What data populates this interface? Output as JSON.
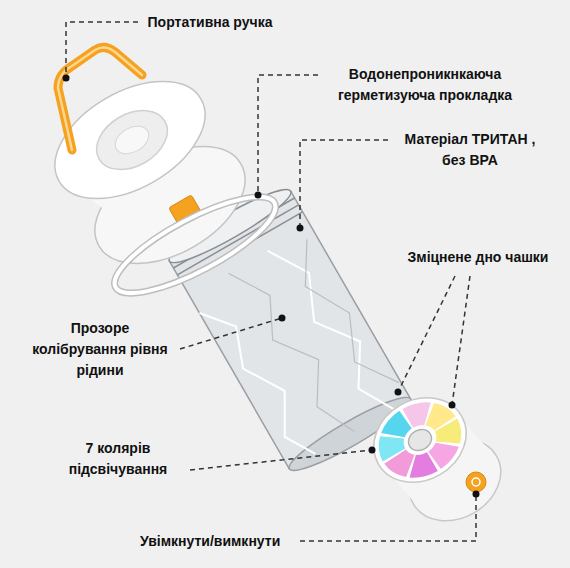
{
  "diagram": {
    "labels": [
      "Портативна ручка",
      "Водонепроникнкаюча герметизуюча прокладка",
      "Матеріал ТРИТАН , без BPA",
      "Зміцнене дно чашки",
      "Прозоре колібрування рівня рідини",
      "7 колярів підсвічування",
      "Увімкнути/вимкнути"
    ]
  }
}
